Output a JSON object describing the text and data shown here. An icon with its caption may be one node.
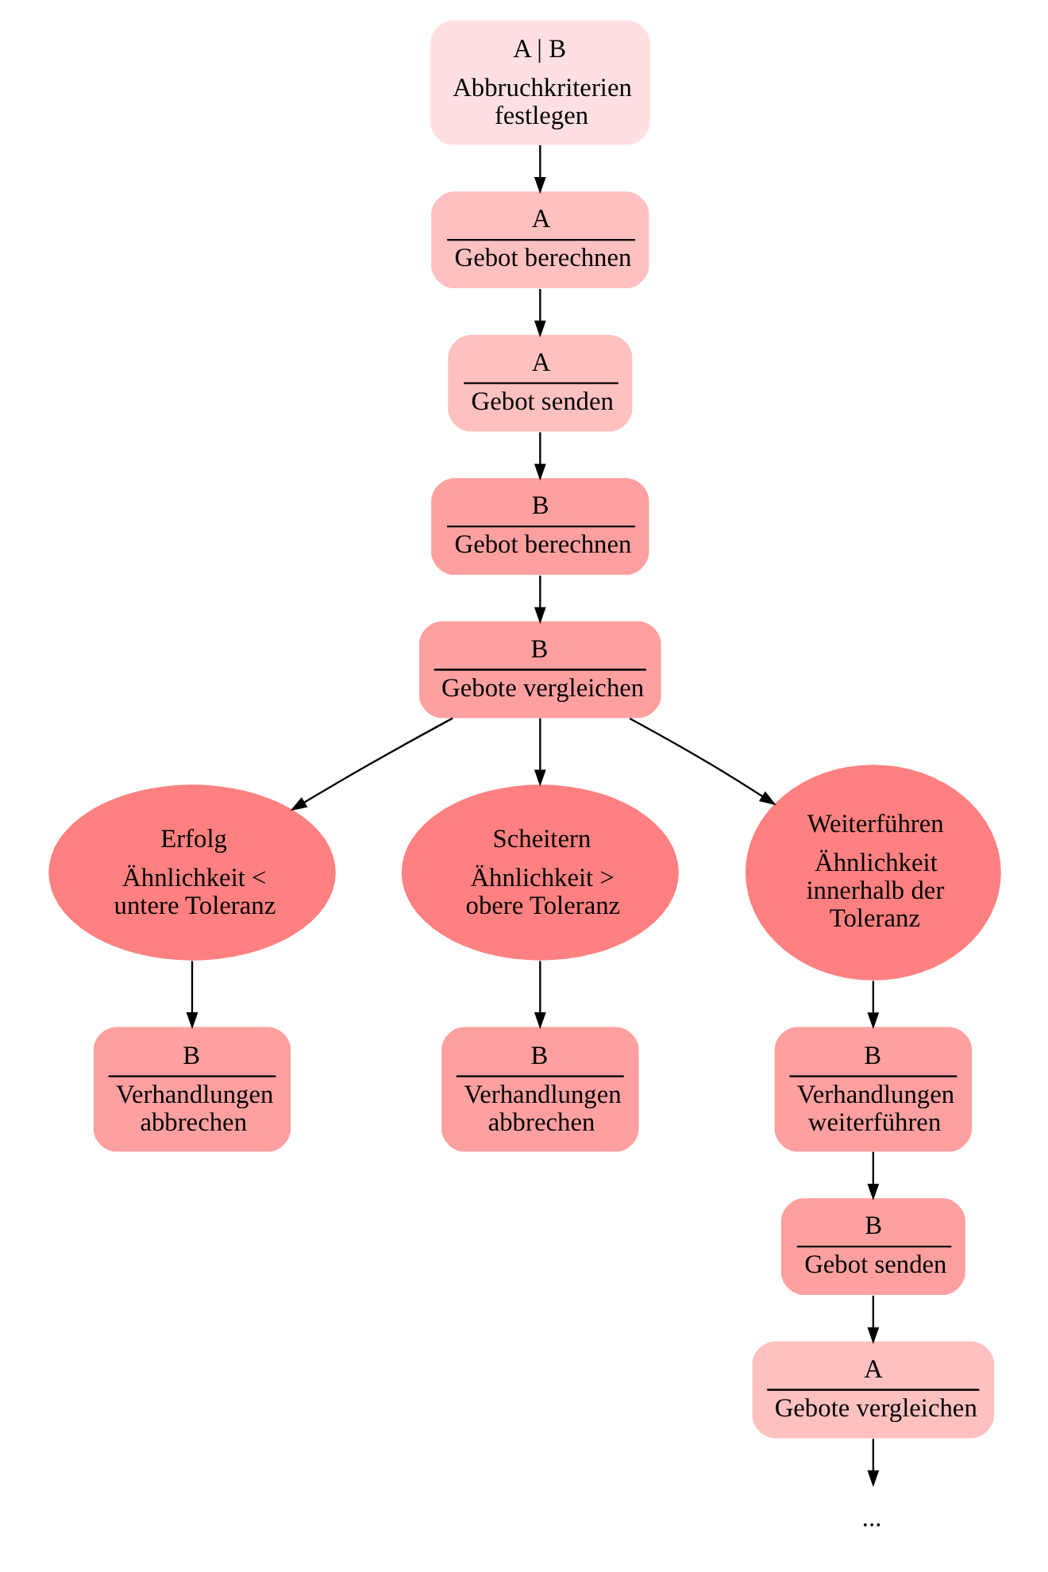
{
  "diagram": {
    "nodes": [
      {
        "text": [
          "A | B",
          "Abbruchkriterien festlegen"
        ]
      },
      {
        "text": [
          "A",
          "Gebot berechnen"
        ]
      },
      {
        "text": [
          "A",
          "Gebot senden"
        ]
      },
      {
        "text": [
          "B",
          "Gebot berechnen"
        ]
      },
      {
        "text": [
          "B",
          "Gebote vergleichen"
        ]
      },
      {
        "text": [
          "Erfolg",
          "Ähnlichkeit < untere Toleranz"
        ]
      },
      {
        "text": [
          "Scheitern",
          "Ähnlichkeit > obere Toleranz"
        ]
      },
      {
        "text": [
          "Weiterführen",
          "Ähnlichkeit innerhalb der Toleranz"
        ]
      },
      {
        "text": [
          "B",
          "Verhandlungen abbrechen"
        ]
      },
      {
        "text": [
          "B",
          "Verhandlungen abbrechen"
        ]
      },
      {
        "text": [
          "B",
          "Verhandlungen weiterführen"
        ]
      },
      {
        "text": [
          "B",
          "Gebot senden"
        ]
      },
      {
        "text": [
          "A",
          "Gebote vergleichen"
        ]
      },
      {
        "text": [
          "..."
        ]
      }
    ],
    "edges": [
      {
        "from": 0,
        "to": 1,
        "arrow": "to"
      },
      {
        "from": 1,
        "to": 2,
        "arrow": "to"
      },
      {
        "from": 2,
        "to": 3,
        "arrow": "to"
      },
      {
        "from": 3,
        "to": 4,
        "arrow": "to"
      },
      {
        "from": 4,
        "to": 5,
        "arrow": "to"
      },
      {
        "from": 4,
        "to": 6,
        "arrow": "to"
      },
      {
        "from": 4,
        "to": 7,
        "arrow": "to"
      },
      {
        "from": 5,
        "to": 8,
        "arrow": "to"
      },
      {
        "from": 6,
        "to": 9,
        "arrow": "to"
      },
      {
        "from": 7,
        "to": 10,
        "arrow": "to"
      },
      {
        "from": 10,
        "to": 11,
        "arrow": "to"
      },
      {
        "from": 11,
        "to": 12,
        "arrow": "to"
      },
      {
        "from": 12,
        "to": 13,
        "arrow": "to"
      }
    ]
  }
}
